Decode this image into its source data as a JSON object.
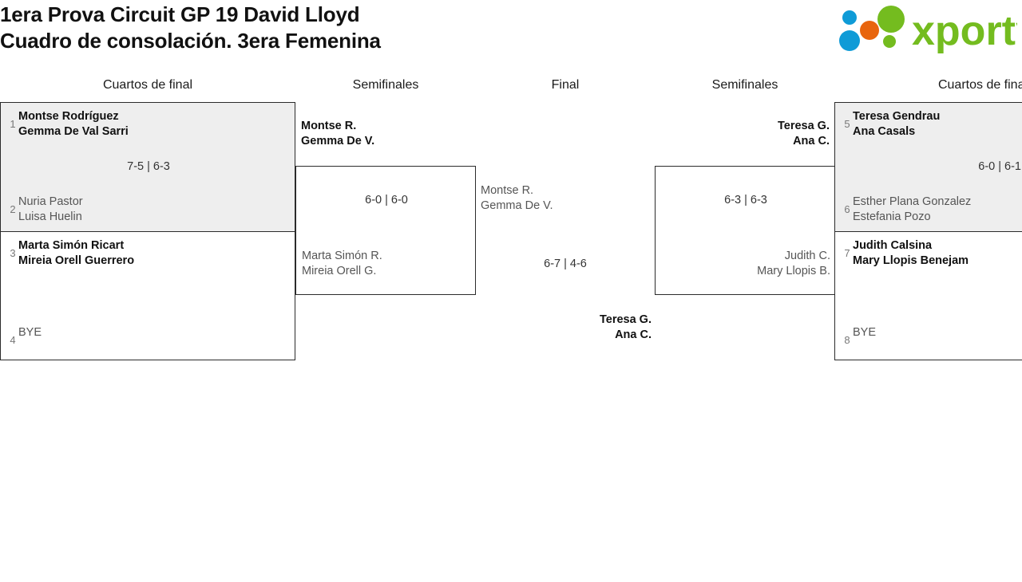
{
  "header": {
    "title_line1": "1era Prova Circuit GP 19 David Lloyd",
    "title_line2": "Cuadro de consolación. 3era Femenina",
    "logo_text": "xporty",
    "logo_colors": {
      "green": "#74BC1F",
      "orange": "#E8650D",
      "blue": "#0F9BD7"
    }
  },
  "rounds": [
    {
      "label": "Cuartos de final",
      "side": "left"
    },
    {
      "label": "Semifinales",
      "side": "left"
    },
    {
      "label": "Final",
      "side": "center"
    },
    {
      "label": "Semifinales",
      "side": "right"
    },
    {
      "label": "Cuartos de final",
      "side": "right"
    }
  ],
  "bracket": {
    "qf_left_top": {
      "seed_a": "1",
      "player_a1": "Montse Rodríguez",
      "player_a2": "Gemma De Val Sarri",
      "seed_b": "2",
      "player_b1": "Nuria Pastor",
      "player_b2": "Luisa Huelin",
      "score": "7-5 | 6-3"
    },
    "qf_left_bottom": {
      "seed_a": "3",
      "player_a1": "Marta Simón Ricart",
      "player_a2": "Mireia Orell Guerrero",
      "seed_b": "4",
      "player_b1": "BYE",
      "score": ""
    },
    "qf_right_top": {
      "seed_a": "5",
      "player_a1": "Teresa Gendrau",
      "player_a2": "Ana Casals",
      "seed_b": "6",
      "player_b1": "Esther Plana Gonzalez",
      "player_b2": "Estefania Pozo",
      "score": "6-0 | 6-1"
    },
    "qf_right_bottom": {
      "seed_a": "7",
      "player_a1": "Judith Calsina",
      "player_a2": "Mary Llopis Benejam",
      "seed_b": "8",
      "player_b1": "BYE",
      "score": ""
    },
    "sf_left": {
      "top_1": "Montse R.",
      "top_2": "Gemma De V.",
      "bottom_1": "Marta Simón R.",
      "bottom_2": "Mireia Orell G.",
      "score": "6-0 | 6-0"
    },
    "sf_right": {
      "top_1": "Teresa G.",
      "top_2": "Ana C.",
      "bottom_1": "Judith C.",
      "bottom_2": "Mary Llopis B.",
      "score": "6-3 | 6-3"
    },
    "final": {
      "top_1": "Montse R.",
      "top_2": "Gemma De V.",
      "bottom_1": "Teresa G.",
      "bottom_2": "Ana C.",
      "score": "6-7 | 4-6"
    }
  }
}
